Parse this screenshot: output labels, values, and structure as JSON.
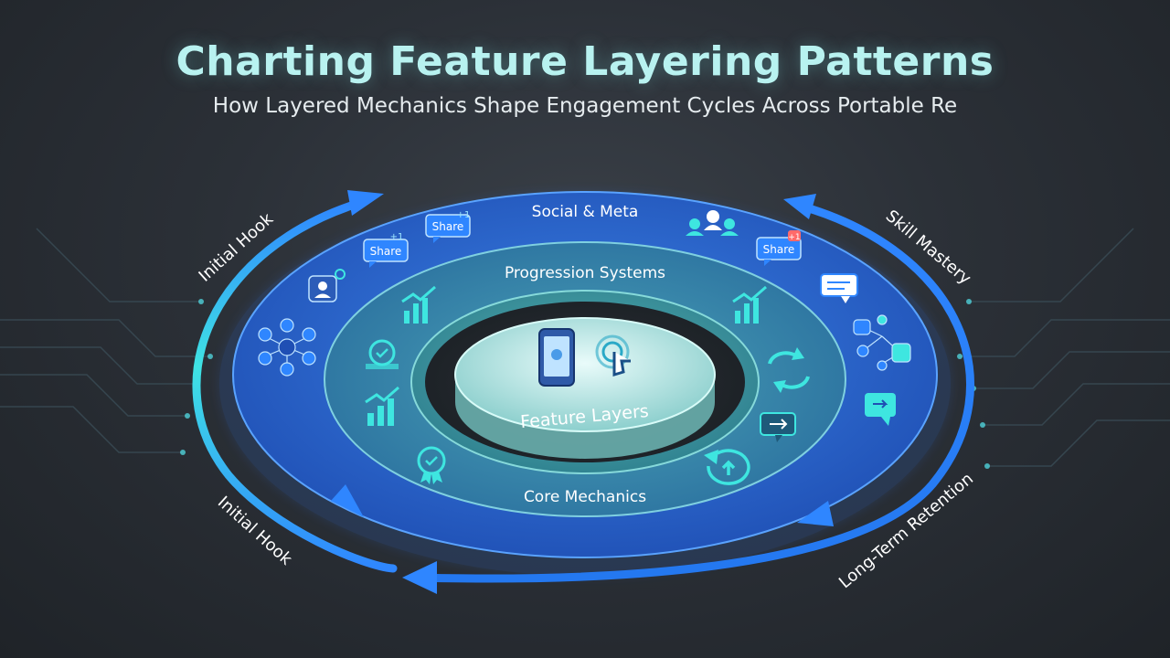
{
  "header": {
    "title": "Charting Feature Layering Patterns",
    "subtitle": "How Layered Mechanics Shape Engagement Cycles Across Portable Re"
  },
  "rings": {
    "outer_label": "Social & Meta",
    "middle_label": "Progression Systems",
    "inner_label": "Core Mechanics",
    "center_label": "Feature Layers"
  },
  "cycle_labels": {
    "top_left": "Initial Hook",
    "top_right": "Skill Mastery",
    "bottom_left": "Initial Hook",
    "bottom_right": "Long-Term Retention"
  },
  "badges": {
    "share": "Share",
    "plus_one": "+1"
  },
  "colors": {
    "title": "#b8f2f0",
    "arrow_teal": "#3ee6e0",
    "arrow_blue": "#2f86ff",
    "outer_ring": "#2a63c9",
    "middle_ring": "#2c7fa6",
    "inner_ring": "#2f8f95"
  },
  "icons": [
    "share-badge-icon",
    "user-profile-icon",
    "user-network-icon",
    "group-users-icon",
    "chat-bubble-icon",
    "instagram-network-icon",
    "message-arrow-icon",
    "growth-chart-icon",
    "achievement-badge-icon",
    "refresh-cycle-icon",
    "phone-icon",
    "touch-tap-icon",
    "upload-cycle-icon"
  ]
}
